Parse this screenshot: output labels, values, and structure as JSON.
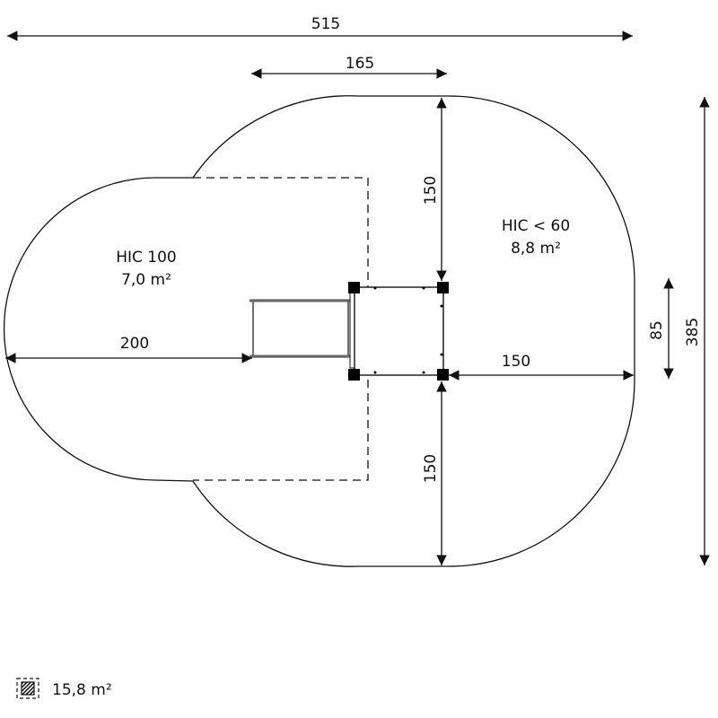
{
  "dimensions": {
    "total_width": "515",
    "structure_offset": "165",
    "top_clearance": "150",
    "bottom_clearance": "150",
    "slide_clearance": "200",
    "right_clearance": "150",
    "structure_depth": "85",
    "total_depth": "385"
  },
  "zones": {
    "right": {
      "label": "HIC < 60",
      "area": "8,8 m²"
    },
    "left": {
      "label": "HIC 100",
      "area": "7,0 m²"
    }
  },
  "legend": {
    "icon": "hatched-area-icon",
    "total_area": "15,8 m²"
  }
}
